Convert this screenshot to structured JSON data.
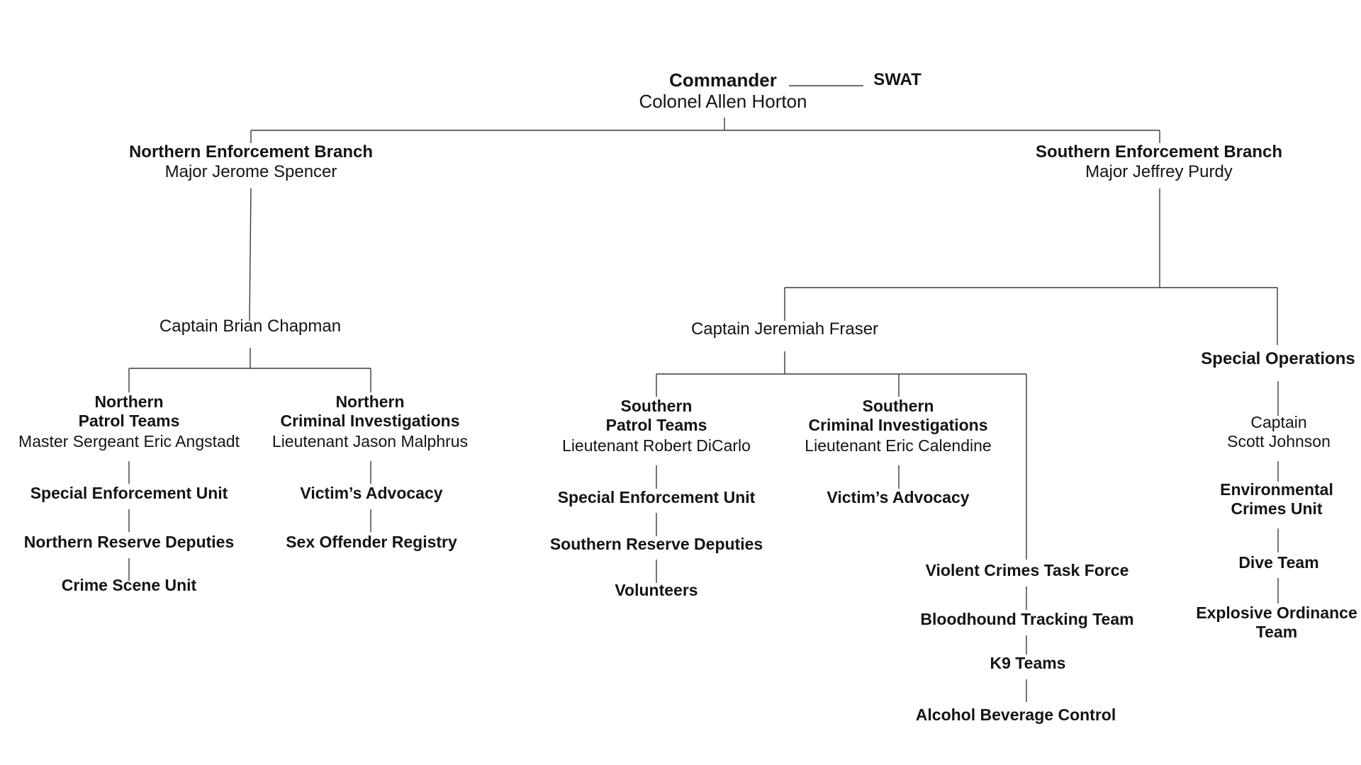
{
  "org_chart": {
    "nodes": [
      {
        "id": "commander",
        "lines": [
          {
            "text": "Commander",
            "bold": true
          },
          {
            "text": "Colonel Allen Horton",
            "bold": false
          }
        ]
      },
      {
        "id": "swat",
        "lines": [
          {
            "text": "SWAT",
            "bold": true
          }
        ]
      },
      {
        "id": "northern-branch",
        "lines": [
          {
            "text": "Northern Enforcement Branch",
            "bold": true
          },
          {
            "text": "Major Jerome Spencer",
            "bold": false
          }
        ]
      },
      {
        "id": "southern-branch",
        "lines": [
          {
            "text": "Southern Enforcement Branch",
            "bold": true
          },
          {
            "text": "Major Jeffrey Purdy",
            "bold": false
          }
        ]
      },
      {
        "id": "captain-chapman",
        "lines": [
          {
            "text": "Captain Brian Chapman",
            "bold": false
          }
        ]
      },
      {
        "id": "captain-fraser",
        "lines": [
          {
            "text": "Captain Jeremiah Fraser",
            "bold": false
          }
        ]
      },
      {
        "id": "special-operations",
        "lines": [
          {
            "text": "Special Operations",
            "bold": true
          }
        ]
      },
      {
        "id": "northern-patrol",
        "lines": [
          {
            "text": "Northern",
            "bold": true
          },
          {
            "text": "Patrol Teams",
            "bold": true
          },
          {
            "text": "Master Sergeant Eric Angstadt",
            "bold": false
          }
        ]
      },
      {
        "id": "northern-cid",
        "lines": [
          {
            "text": "Northern",
            "bold": true
          },
          {
            "text": "Criminal Investigations",
            "bold": true
          },
          {
            "text": "Lieutenant Jason Malphrus",
            "bold": false
          }
        ]
      },
      {
        "id": "north-seu",
        "lines": [
          {
            "text": "Special Enforcement Unit",
            "bold": true
          }
        ]
      },
      {
        "id": "north-reserve",
        "lines": [
          {
            "text": "Northern Reserve Deputies",
            "bold": true
          }
        ]
      },
      {
        "id": "crime-scene",
        "lines": [
          {
            "text": "Crime Scene Unit",
            "bold": true
          }
        ]
      },
      {
        "id": "north-victims",
        "lines": [
          {
            "text": "Victim’s Advocacy",
            "bold": true
          }
        ]
      },
      {
        "id": "sex-offender",
        "lines": [
          {
            "text": "Sex Offender Registry",
            "bold": true
          }
        ]
      },
      {
        "id": "southern-patrol",
        "lines": [
          {
            "text": "Southern",
            "bold": true
          },
          {
            "text": "Patrol Teams",
            "bold": true
          },
          {
            "text": "Lieutenant Robert DiCarlo",
            "bold": false
          }
        ]
      },
      {
        "id": "southern-cid",
        "lines": [
          {
            "text": "Southern",
            "bold": true
          },
          {
            "text": "Criminal Investigations",
            "bold": true
          },
          {
            "text": "Lieutenant Eric Calendine",
            "bold": false
          }
        ]
      },
      {
        "id": "south-seu",
        "lines": [
          {
            "text": "Special Enforcement Unit",
            "bold": true
          }
        ]
      },
      {
        "id": "south-reserve",
        "lines": [
          {
            "text": "Southern Reserve Deputies",
            "bold": true
          }
        ]
      },
      {
        "id": "volunteers",
        "lines": [
          {
            "text": "Volunteers",
            "bold": true
          }
        ]
      },
      {
        "id": "south-victims",
        "lines": [
          {
            "text": "Victim’s Advocacy",
            "bold": true
          }
        ]
      },
      {
        "id": "violent-crimes",
        "lines": [
          {
            "text": "Violent Crimes Task Force",
            "bold": true
          }
        ]
      },
      {
        "id": "bloodhound",
        "lines": [
          {
            "text": "Bloodhound Tracking Team",
            "bold": true
          }
        ]
      },
      {
        "id": "k9",
        "lines": [
          {
            "text": "K9 Teams",
            "bold": true
          }
        ]
      },
      {
        "id": "alcohol",
        "lines": [
          {
            "text": "Alcohol Beverage Control",
            "bold": true
          }
        ]
      },
      {
        "id": "captain-johnson",
        "lines": [
          {
            "text": "Captain",
            "bold": false
          },
          {
            "text": "Scott Johnson",
            "bold": false
          }
        ]
      },
      {
        "id": "environmental",
        "lines": [
          {
            "text": "Environmental",
            "bold": true
          },
          {
            "text": "Crimes Unit",
            "bold": true
          }
        ]
      },
      {
        "id": "dive",
        "lines": [
          {
            "text": "Dive Team",
            "bold": true
          }
        ]
      },
      {
        "id": "explosive",
        "lines": [
          {
            "text": "Explosive Ordinance",
            "bold": true
          },
          {
            "text": "Team",
            "bold": true
          }
        ]
      }
    ],
    "edges": [
      [
        "commander",
        "swat"
      ],
      [
        "commander",
        "northern-branch"
      ],
      [
        "commander",
        "southern-branch"
      ],
      [
        "northern-branch",
        "captain-chapman"
      ],
      [
        "southern-branch",
        "captain-fraser"
      ],
      [
        "southern-branch",
        "special-operations"
      ],
      [
        "captain-chapman",
        "northern-patrol"
      ],
      [
        "captain-chapman",
        "northern-cid"
      ],
      [
        "northern-patrol",
        "north-seu"
      ],
      [
        "north-seu",
        "north-reserve"
      ],
      [
        "north-reserve",
        "crime-scene"
      ],
      [
        "northern-cid",
        "north-victims"
      ],
      [
        "north-victims",
        "sex-offender"
      ],
      [
        "captain-fraser",
        "southern-patrol"
      ],
      [
        "captain-fraser",
        "southern-cid"
      ],
      [
        "captain-fraser",
        "violent-crimes"
      ],
      [
        "southern-patrol",
        "south-seu"
      ],
      [
        "south-seu",
        "south-reserve"
      ],
      [
        "south-reserve",
        "volunteers"
      ],
      [
        "southern-cid",
        "south-victims"
      ],
      [
        "violent-crimes",
        "bloodhound"
      ],
      [
        "bloodhound",
        "k9"
      ],
      [
        "k9",
        "alcohol"
      ],
      [
        "special-operations",
        "captain-johnson"
      ],
      [
        "captain-johnson",
        "environmental"
      ],
      [
        "environmental",
        "dive"
      ],
      [
        "dive",
        "explosive"
      ]
    ]
  }
}
